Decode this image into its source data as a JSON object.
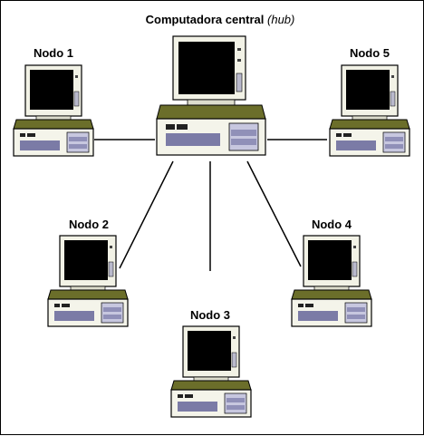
{
  "diagram": {
    "hub": {
      "label": "Computadora central",
      "sublabel": "(hub)"
    },
    "nodes": [
      {
        "id": "nodo-1",
        "label": "Nodo 1"
      },
      {
        "id": "nodo-2",
        "label": "Nodo 2"
      },
      {
        "id": "nodo-3",
        "label": "Nodo 3"
      },
      {
        "id": "nodo-4",
        "label": "Nodo 4"
      },
      {
        "id": "nodo-5",
        "label": "Nodo 5"
      }
    ],
    "colors": {
      "screen": "#000000",
      "monitor_body": "#f2f2e6",
      "base_olive": "#6b6e2a",
      "case_body": "#f4f4ea",
      "vent_blue": "#7b7ba6",
      "link": "#000000"
    }
  }
}
